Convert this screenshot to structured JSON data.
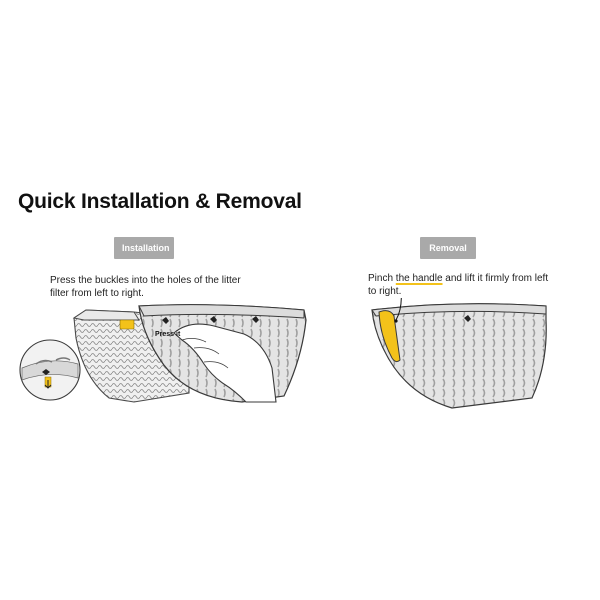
{
  "title": "Quick Installation & Removal",
  "installation": {
    "badge": "Installation",
    "description": "Press the buckles into the holes of the litter filter from left to right.",
    "callout": "Press it"
  },
  "removal": {
    "badge": "Removal",
    "description_before": "Pinch ",
    "description_highlight": "the handle",
    "description_after": " and lift it firmly from left to right."
  },
  "colors": {
    "accent": "#f3c21a",
    "badge": "#a9a9a9",
    "outline": "#3a3a3a",
    "fill": "#e6e6e6"
  },
  "icons": [
    "litter-filter-illustration",
    "hand-illustration",
    "buckle-closeup-icon",
    "handle-illustration"
  ]
}
